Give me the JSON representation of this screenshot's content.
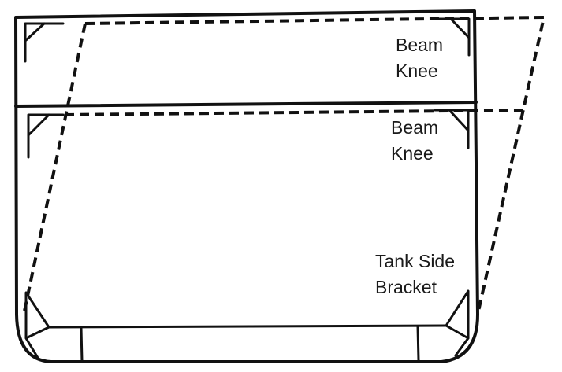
{
  "labels": {
    "upper_beam_knee_line1": "Beam",
    "upper_beam_knee_line2": "Knee",
    "lower_beam_knee_line1": "Beam",
    "lower_beam_knee_line2": "Knee",
    "tank_side_bracket_line1": "Tank Side",
    "tank_side_bracket_line2": "Bracket"
  }
}
